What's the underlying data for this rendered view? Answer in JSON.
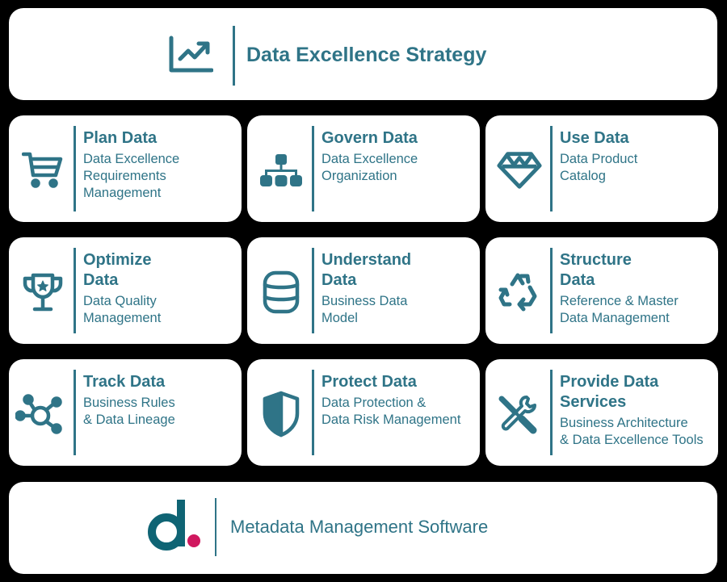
{
  "colors": {
    "primary": "#2f7487",
    "logo_teal": "#0f6474",
    "logo_dot": "#d0185f",
    "card_bg": "#ffffff",
    "background": "#000000"
  },
  "header": {
    "icon": "trending-chart-icon",
    "title": "Data Excellence Strategy"
  },
  "cards": [
    {
      "icon": "shopping-cart-icon",
      "title": "Plan Data",
      "subtitle_lines": [
        "Data Excellence",
        "Requirements",
        "Management"
      ]
    },
    {
      "icon": "org-hierarchy-icon",
      "title": "Govern Data",
      "subtitle_lines": [
        "Data Excellence",
        "Organization"
      ]
    },
    {
      "icon": "diamond-icon",
      "title": "Use Data",
      "subtitle_lines": [
        "Data Product",
        "Catalog"
      ]
    },
    {
      "icon": "trophy-icon",
      "title_lines": [
        "Optimize",
        "Data"
      ],
      "subtitle_lines": [
        "Data Quality",
        "Management"
      ]
    },
    {
      "icon": "database-icon",
      "title_lines": [
        "Understand",
        "Data"
      ],
      "subtitle_lines": [
        "Business Data",
        "Model"
      ]
    },
    {
      "icon": "recycle-icon",
      "title_lines": [
        "Structure",
        "Data"
      ],
      "subtitle_lines": [
        "Reference & Master",
        "Data Management"
      ]
    },
    {
      "icon": "network-hub-icon",
      "title": "Track Data",
      "subtitle_lines": [
        "Business Rules",
        "& Data Lineage"
      ]
    },
    {
      "icon": "shield-icon",
      "title": "Protect Data",
      "subtitle_lines": [
        "Data Protection &",
        "Data Risk Management"
      ]
    },
    {
      "icon": "tools-icon",
      "title_lines": [
        "Provide Data",
        "Services"
      ],
      "subtitle_lines": [
        "Business Architecture",
        "& Data Excellence Tools"
      ]
    }
  ],
  "footer": {
    "logo": "d-dot-logo",
    "logo_letter": "d",
    "title": "Metadata Management Software"
  }
}
